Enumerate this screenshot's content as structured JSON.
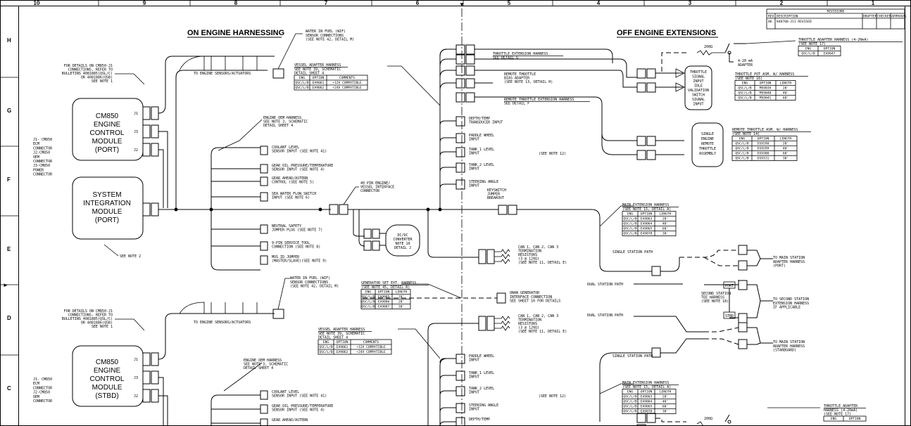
{
  "zones_top": [
    "10",
    "9",
    "8",
    "7",
    "6",
    "5",
    "4",
    "3",
    "2",
    "1"
  ],
  "zones_left": [
    "H",
    "G",
    "F",
    "E",
    "D",
    "C"
  ],
  "revisions": {
    "title": "REVISIONS",
    "headers": [
      "REV",
      "DESCRIPTION",
      "DRAFTER",
      "CHECKER",
      "APPROVAL"
    ],
    "row": [
      "06",
      "840700-211 REVISED",
      "",
      "",
      ""
    ]
  },
  "sections": {
    "on_engine": "ON ENGINE HARNESSING",
    "off_engine": "OFF ENGINE EXTENSIONS"
  },
  "modules": {
    "ecm_port": [
      "CM850",
      "ENGINE",
      "CONTROL",
      "MODULE",
      "(PORT)"
    ],
    "sim_port": [
      "SYSTEM",
      "INTEGRATION",
      "MODULE",
      "(PORT)"
    ],
    "ecm_stbd": [
      "CM850",
      "ENGINE",
      "CONTROL",
      "MODULE",
      "(STBD)"
    ],
    "ports": [
      "J1",
      "J3",
      "J2"
    ]
  },
  "left_notes": {
    "details_top": [
      "FOR DETAILS ON CM850-J1",
      "CONNECTIONS, REFER TO",
      "BULLETINS 4081885(QSL/C)",
      "OR 4081886(QSB)",
      "SEE NOTE 1"
    ],
    "details_bottom": [
      "FOR DETAILS ON CM850-J1",
      "CONNECTIONS, REFER TO",
      "BULLETINS 4081885(QSL/C)",
      "OR 4081886(QSB)",
      "SEE NOTE 1"
    ],
    "connectors_top": [
      "J1- CM850",
      "ECM",
      "CONNECTOR",
      "J2-CM850",
      "OEM",
      "CONNECTOR",
      "J3-CM850",
      "POWER",
      "CONNECTOR"
    ],
    "connectors_bottom": [
      "J1- CM850",
      "ECM",
      "CONNECTOR",
      "J2-CM850",
      "OEM",
      "CONNECTOR"
    ],
    "see_note2": "SEE NOTE 2"
  },
  "wif_top": [
    "WATER IN FUEL (WIF)",
    "SENSOR CONNECTIONS",
    "(SEE NOTE 42, DETAIL M)"
  ],
  "wif_bottom": [
    "WATER IN FUEL (WIF)",
    "SENSOR CONNECTIONS",
    "(SEE NOTE 42, DETAIL M)"
  ],
  "engine_sensors_top": "TO ENGINE SENSORS/ACTUATORS",
  "engine_sensors_bottom": "TO ENGINE SENSORS/ACTUATORS",
  "oem_harness_top": [
    "ENGINE OEM HARNESS",
    "SEE NOTE 3, SCHEMATIC",
    "DETAIL SHEET 4"
  ],
  "oem_harness_bottom": [
    "ENGINE OEM HARNESS",
    "SEE NOTE 3, SCHEMATIC",
    "DETAIL SHEET 4"
  ],
  "oem_items_top": [
    [
      "COOLANT LEVEL",
      "SENSOR INPUT (SEE NOTE 41)"
    ],
    [
      "GEAR OIL PRESSURE/TEMPERATURE",
      "SENSOR INPUT (SEE NOTE 4)"
    ],
    [
      "GEAR AHEAD/ASTERN",
      "CONTROL (SEE NOTE 5)"
    ],
    [
      "SEA WATER FLOW SWITCH",
      "INPUT (SEE NOTE 6)"
    ],
    [
      "NEUTRAL SAFETY",
      "JUMPER PLUG (SEE NOTE 7)"
    ],
    [
      "9-PIN SERVICE TOOL",
      "CONNECTION (SEE NOTE 8)"
    ],
    [
      "MUS ID JUMPER",
      "(MASTER/SLAVE)(SEE NOTE 9)"
    ]
  ],
  "oem_items_bottom": [
    [
      "COOLANT LEVEL",
      "SENSOR INPUT (SEE NOTE 41)"
    ],
    [
      "GEAR OIL PRESSURE/TEMPERATURE",
      "SENSOR INPUT (SEE NOTE 4)"
    ],
    [
      "GEAR AHEAD/ASTERN",
      ""
    ]
  ],
  "pin40": [
    "40 PIN ENGINE/",
    "VESSEL INTERFACE",
    "CONNECTOR"
  ],
  "dcdc": [
    "DC/DC",
    "CONVERTER",
    "NOTE 10",
    "DETAIL J"
  ],
  "vessel_adapter_top": {
    "title": "VESSEL ADAPTER HARNESS",
    "notes": [
      "SEE NOTE 39, SCHEMATIC",
      "DETAIL SHEET 4"
    ],
    "headers": [
      "ENG",
      "OPTION",
      "COMMENTS"
    ],
    "rows": [
      [
        "QSC/L/B",
        "EA9061",
        "+12V COMPATIBLE"
      ],
      [
        "QSC/L/B",
        "EA9062",
        "+24V COMPATIBLE"
      ]
    ]
  },
  "vessel_adapter_bottom": {
    "title": "VESSEL ADAPTER HARNESS",
    "notes": [
      "SEE NOTE 39, SCHEMATIC",
      "DETAIL SHEET 4"
    ],
    "headers": [
      "ENG",
      "OPTION",
      "COMMENTS"
    ],
    "rows": [
      [
        "QSC/L/B",
        "EA9061",
        "+12V COMPATIBLE"
      ],
      [
        "QSC/L/B",
        "EA9062",
        "+24V COMPATIBLE"
      ]
    ]
  },
  "genset": {
    "title": "GENERATOR SET EXT. HARNESS",
    "notes": [
      "(SEE NOTE 45, DETAIL R)"
    ],
    "headers": [
      "ENG",
      "OPTION",
      "LENGTH"
    ],
    "rows": [
      [
        "QSC/L/B",
        "EA9085",
        "10'"
      ],
      [
        "QSC/L/B",
        "EA9086",
        "20'"
      ],
      [
        "QSC/L/B",
        "EA9087",
        "30'"
      ]
    ]
  },
  "onan": [
    "ONAN GENERATOR",
    "INTERFACE CONNECTION",
    "SEE SHEET 10 FOR DETAILS"
  ],
  "center_top": {
    "throttle_ext": [
      "THROTTLE EXTENSION HARNESS",
      "SEE DETAIL G"
    ],
    "remote_bias": [
      "REMOTE THROTTLE",
      "BIAS ADAPTER",
      "(SEE NOTE 13, DETAIL H)"
    ],
    "remote_ext": [
      "REMOTE THROTTLE EXTENSION HARNESS",
      "SEE DETAIL F"
    ],
    "inputs": [
      [
        "DEPTH/TEMP",
        "TRANSDUCER INPUT"
      ],
      [
        "PADDLE WHEEL",
        "INPUT"
      ],
      [
        "TANK 1 LEVEL",
        "INPUT"
      ],
      [
        "TANK 2 LEVEL",
        "INPUT"
      ],
      [
        "STEERING ANGLE",
        "INPUT"
      ]
    ],
    "see_note12": "(SEE NOTE 12)",
    "keyswitch": [
      "KEYSWITCH",
      "JUMPER",
      "BREAKOUT"
    ],
    "can": [
      "CAN 1, CAN 2, CAN 3",
      "TERMINATION",
      "RESISTORS",
      "(3 @ 120Ω)",
      "(SEE NOTE 11, DETAIL E)"
    ]
  },
  "center_bottom": {
    "can": [
      "CAN 1, CAN 2, CAN 3",
      "TERMINATION",
      "RESISTORS",
      "(3 @ 120Ω)",
      "(SEE NOTE 11, DETAIL E)"
    ],
    "inputs": [
      [
        "PADDLE WHEEL",
        "INPUT"
      ],
      [
        "TANK 1 LEVEL",
        "INPUT"
      ],
      [
        "TANK 2 LEVEL",
        "INPUT"
      ],
      [
        "STEERING ANGLE",
        "INPUT"
      ],
      [
        "DEPTH/TEMP",
        ""
      ]
    ],
    "see_note12": "(SEE NOTE 12)"
  },
  "right_top": {
    "throttle_signal": [
      "THROTTLE",
      "SIGNAL",
      "INPUT",
      "IDLE",
      "VALIDATION",
      "SWITCH",
      "SIGNAL",
      "INPUT"
    ],
    "resistor": "200Ω",
    "adapter_420": [
      "4-20 mA",
      "ADAPTER"
    ],
    "throttle_adapter": {
      "title": "THROTTLE ADAPTER HARNESS (4-20mA)",
      "notes": [
        "(SEE NOTE 17)"
      ],
      "headers": [
        "ENG",
        "OPTION"
      ],
      "rows": [
        [
          "QSC/L/B",
          "EA9047"
        ]
      ]
    },
    "throttle_pot": {
      "title": "THROTTLE POT ASM. W/ HARNESS",
      "notes": [
        "(SEE NOTE 16)"
      ],
      "headers": [
        "ENG",
        "OPTION",
        "LENGTH"
      ],
      "rows": [
        [
          "QSC/L/B",
          "MS9039",
          "20'"
        ],
        [
          "QSC/L/B",
          "MS9040",
          "40'"
        ],
        [
          "QSC/L/B",
          "MS9041",
          "60'"
        ]
      ]
    },
    "single_remote": [
      "SINGLE",
      "ENGINE",
      "REMOTE",
      "THROTTLE",
      "ASSEMBLY"
    ],
    "remote_throttle_asm": {
      "title": "REMOTE THROTTLE ASM. W/ HARNESS",
      "notes": [
        "(SEE NOTE 14)"
      ],
      "headers": [
        "ENG",
        "OPTION",
        "LENGTH"
      ],
      "rows": [
        [
          "QSC/L/B",
          "EG9298",
          "20'"
        ],
        [
          "QSC/L/B",
          "EG9299",
          "40'"
        ],
        [
          "QSC/L/B",
          "EG9300",
          "60'"
        ],
        [
          "QSC/L/B",
          "EG9311",
          "30'"
        ]
      ]
    },
    "main_ext": {
      "title": "MAIN EXTENSION HARNESS",
      "notes": [
        "(SEE NOTE 15, DETAIL A)"
      ],
      "headers": [
        "ENG",
        "OPTION",
        "LENGTH"
      ],
      "rows": [
        [
          "QSC/L/B",
          "EA9063",
          "20'"
        ],
        [
          "QSC/L/B",
          "EA9064",
          "40'"
        ],
        [
          "QSC/L/B",
          "EA9065",
          "60'"
        ],
        [
          "QSC/L/B",
          "EA9078",
          "30'"
        ]
      ]
    },
    "single_path": "SINGLE STATION PATH",
    "dual_path": "DUAL STATION PATH",
    "to_main_port": [
      "TO MAIN STATION",
      "ADAPTER HARNESS",
      "(PORT)"
    ],
    "second_tee": [
      "SECOND STATION",
      "TEE HARNESS",
      "(SEE NOTE 18)"
    ],
    "port": "PORT",
    "stbd": "STBD",
    "to_second": [
      "TO SECOND STATION",
      "EXTENSION HARNESS",
      "IF APPLICABLE"
    ]
  },
  "right_bottom": {
    "dual_path": "DUAL STATION PATH",
    "single_path": "SINGLE STATION PATH",
    "to_main_stbd": [
      "TO MAIN STATION",
      "ADAPTER HARNESS",
      "(STARBOARD)"
    ],
    "main_ext": {
      "title": "MAIN EXTENSION HARNESS",
      "notes": [
        "(SEE NOTE 15, DETAIL A)"
      ],
      "headers": [
        "ENG",
        "OPTION",
        "LENGTH"
      ],
      "rows": [
        [
          "QSC/L/B",
          "EA9063",
          "20'"
        ],
        [
          "QSC/L/B",
          "EA9064",
          "40'"
        ],
        [
          "QSC/L/B",
          "EA9065",
          "60'"
        ],
        [
          "QSC/L/B",
          "EA9078",
          "30'"
        ]
      ]
    },
    "resistor": "200Ω",
    "throttle_adapter": {
      "title": "THROTTLE ADAPTER",
      "notes": [
        "HARNESS (4-20mA)",
        "(SEE NOTE 17)"
      ],
      "headers": [
        "ENG",
        "OPTION"
      ],
      "rows": []
    }
  }
}
